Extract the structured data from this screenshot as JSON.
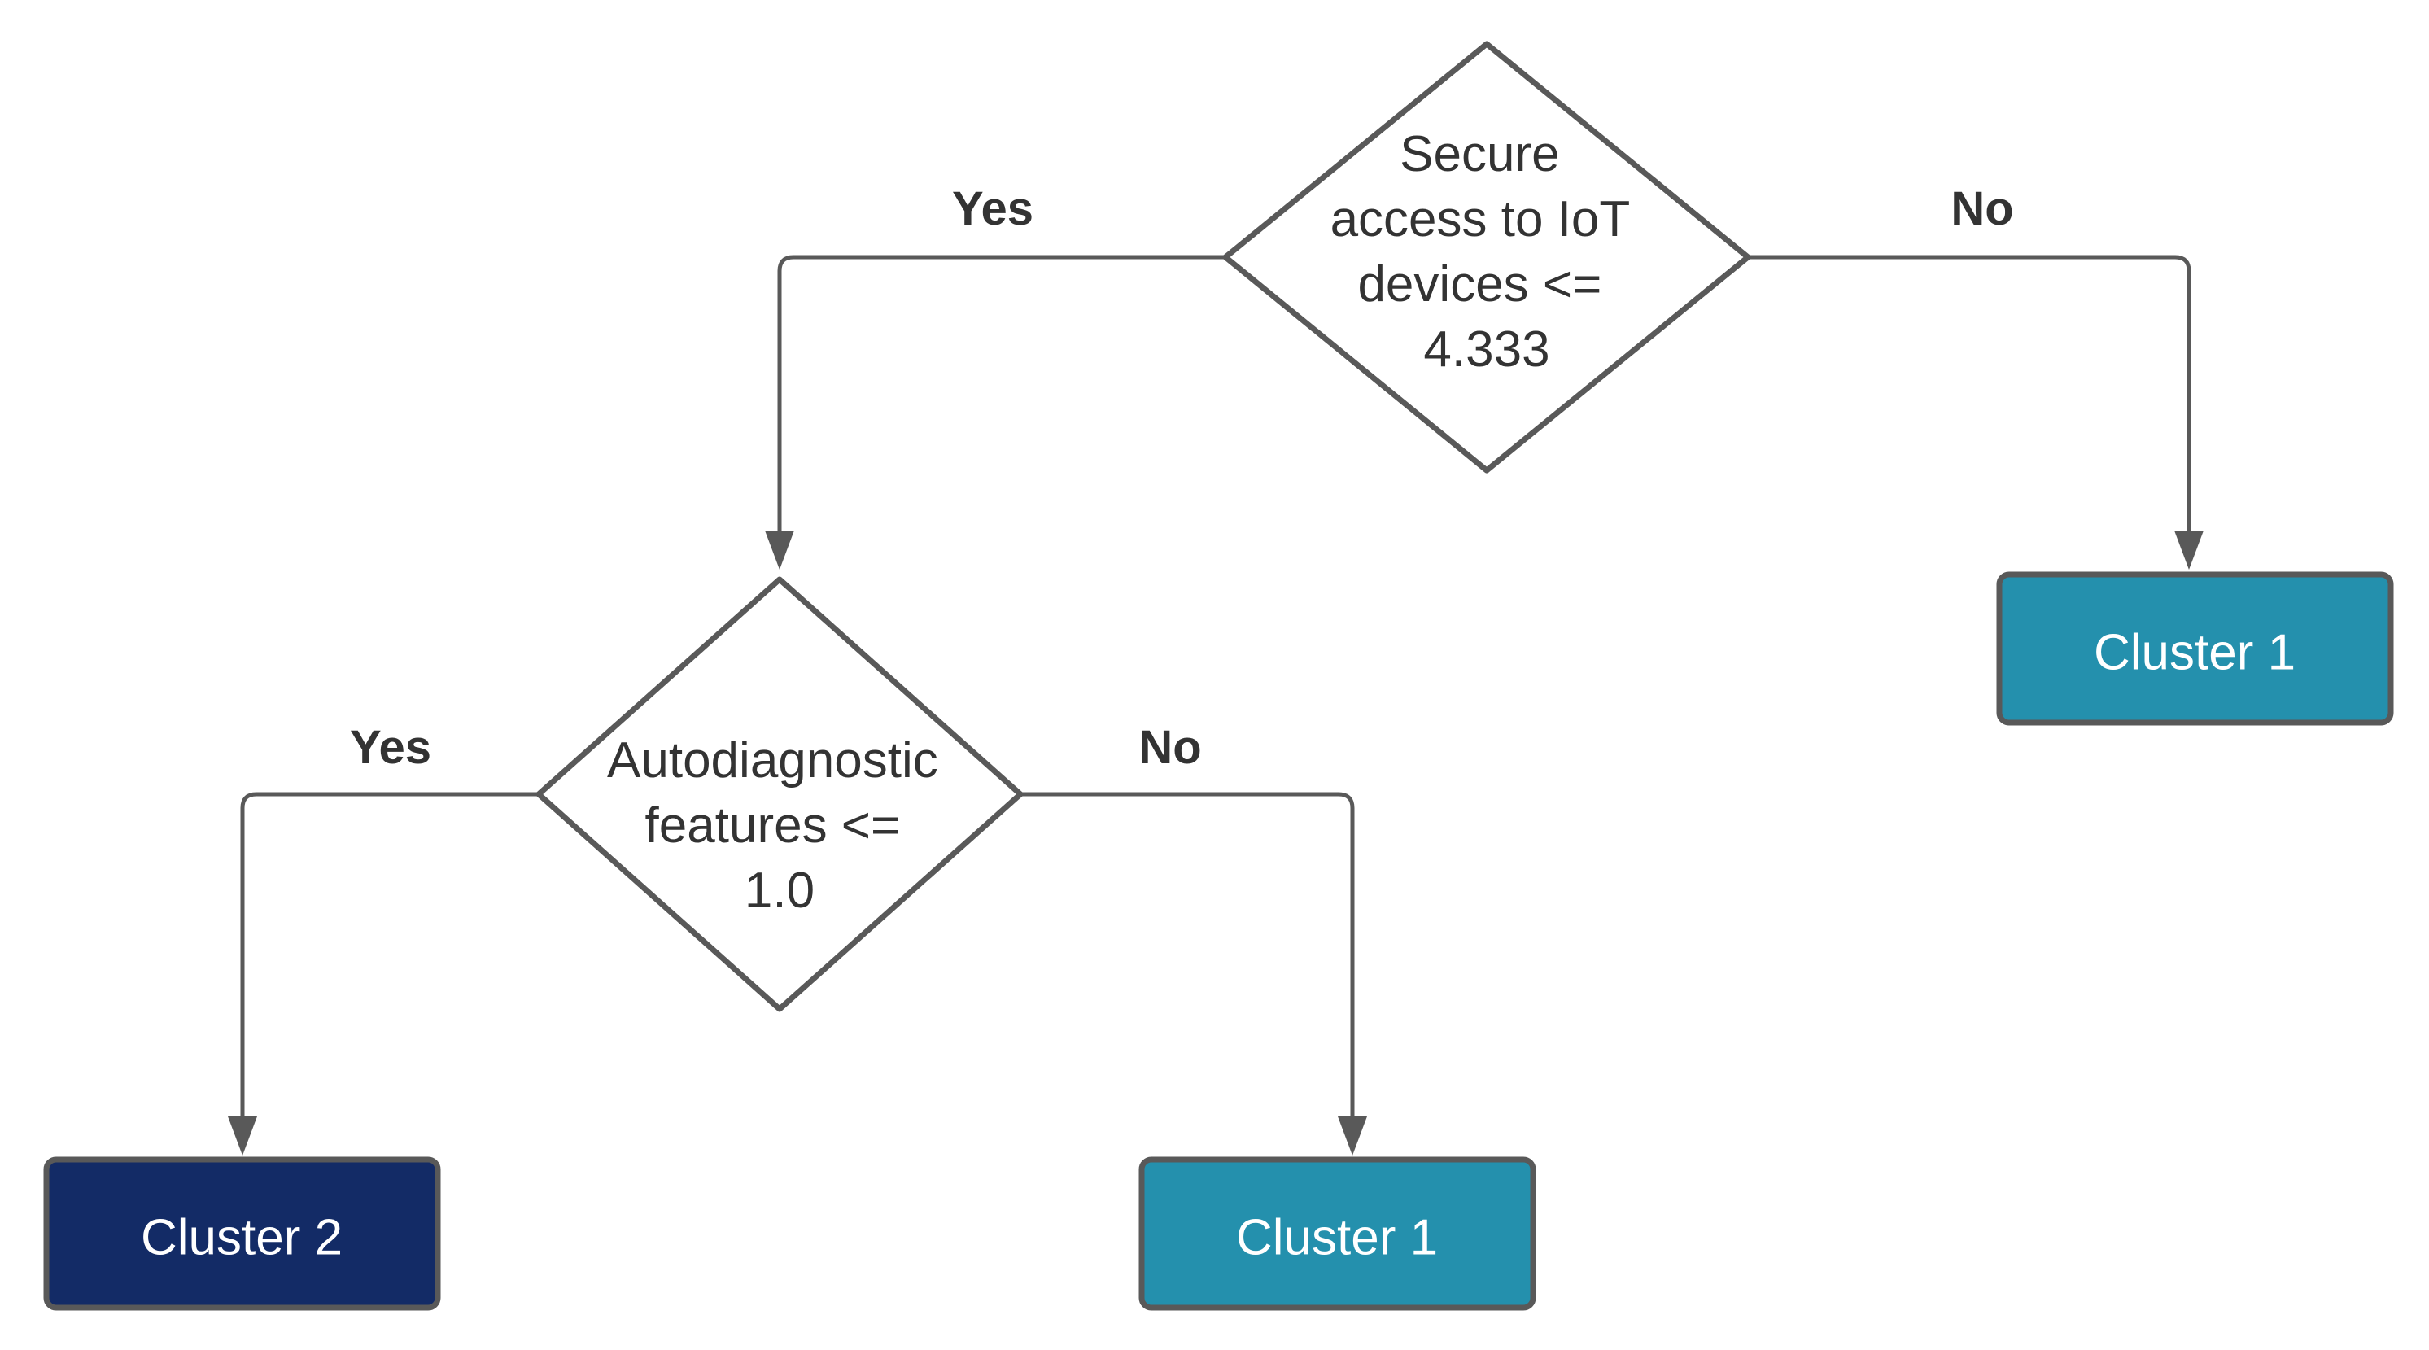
{
  "nodes": {
    "root": {
      "lines": [
        "Secure",
        "access to IoT",
        "devices <=",
        "4.333"
      ]
    },
    "child": {
      "lines": [
        "Autodiagnostic",
        "features <=",
        "1.0"
      ]
    },
    "leaf_root_no": {
      "label": "Cluster 1",
      "color": "#2490ad"
    },
    "leaf_child_yes": {
      "label": "Cluster 2",
      "color": "#132b66"
    },
    "leaf_child_no": {
      "label": "Cluster 1",
      "color": "#2490ad"
    }
  },
  "edges": {
    "root_yes": "Yes",
    "root_no": "No",
    "child_yes": "Yes",
    "child_no": "No"
  }
}
